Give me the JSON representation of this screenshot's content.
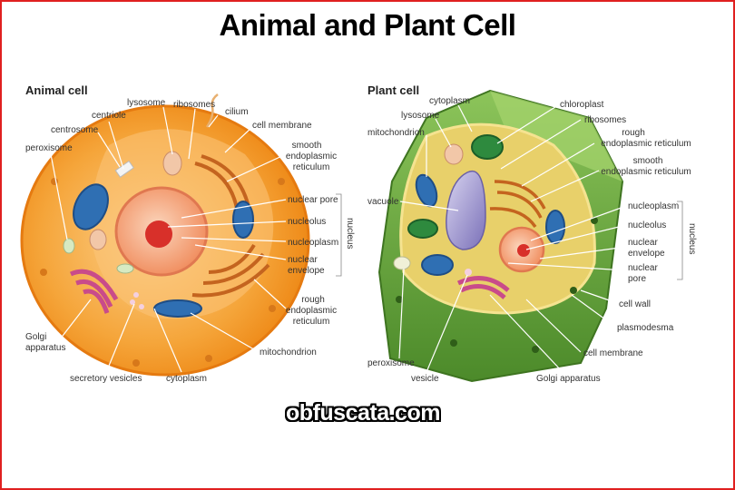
{
  "title": "Animal and Plant Cell",
  "watermark": "obfuscata.com",
  "animal": {
    "heading": "Animal cell",
    "labels": {
      "lysosome": "lysosome",
      "ribosomes": "ribosomes",
      "cilium": "cilium",
      "centriole": "centriole",
      "cell_membrane": "cell membrane",
      "centrosome": "centrosome",
      "smooth_er_1": "smooth",
      "smooth_er_2": "endoplasmic",
      "smooth_er_3": "reticulum",
      "peroxisome": "peroxisome",
      "nuclear_pore": "nuclear pore",
      "nucleolus": "nucleolus",
      "nucleoplasm": "nucleoplasm",
      "nuclear_envelope_1": "nuclear",
      "nuclear_envelope_2": "envelope",
      "nucleus_bracket": "nucleus",
      "rough_er_1": "rough",
      "rough_er_2": "endoplasmic",
      "rough_er_3": "reticulum",
      "golgi_1": "Golgi",
      "golgi_2": "apparatus",
      "mitochondrion": "mitochondrion",
      "secretory_vesicles": "secretory vesicles",
      "cytoplasm": "cytoplasm"
    }
  },
  "plant": {
    "heading": "Plant cell",
    "labels": {
      "cytoplasm": "cytoplasm",
      "chloroplast": "chloroplast",
      "lysosome": "lysosome",
      "ribosomes": "ribosomes",
      "mitochondrion": "mitochondrion",
      "rough_er_1": "rough",
      "rough_er_2": "endoplasmic reticulum",
      "smooth_er_1": "smooth",
      "smooth_er_2": "endoplasmic reticulum",
      "vacuole": "vacuole",
      "nucleoplasm": "nucleoplasm",
      "nucleolus": "nucleolus",
      "nuclear_envelope_1": "nuclear",
      "nuclear_envelope_2": "envelope",
      "nuclear_pore_1": "nuclear",
      "nuclear_pore_2": "pore",
      "nucleus_bracket": "nucleus",
      "cell_wall": "cell wall",
      "plasmodesma": "plasmodesma",
      "cell_membrane": "cell membrane",
      "peroxisome": "peroxisome",
      "vesicle": "vesicle",
      "golgi": "Golgi apparatus"
    }
  },
  "colors": {
    "frame": "#e02020",
    "animal_cytoplasm": "#f5a53a",
    "animal_membrane": "#f08a1c",
    "nucleus": "#f2a07a",
    "nucleolus": "#d8302a",
    "mitochondrion": "#2f6fb3",
    "golgi": "#c94b8a",
    "cell_wall": "#5e9a34",
    "plant_cytoplasm": "#e8d06a",
    "vacuole": "#8e86c6",
    "chloroplast": "#2e8a3e"
  }
}
